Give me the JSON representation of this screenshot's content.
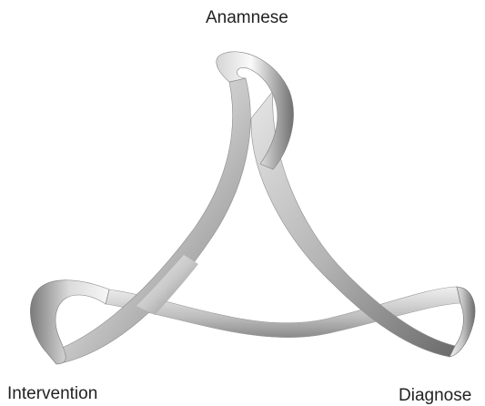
{
  "labels": {
    "top": "Anamnese",
    "left": "Intervention",
    "right": "Diagnose"
  },
  "colors": {
    "ribbon_light": "#f4f4f4",
    "ribbon_mid": "#c8c8c8",
    "ribbon_dark": "#6e6e6e",
    "text": "#222222"
  }
}
